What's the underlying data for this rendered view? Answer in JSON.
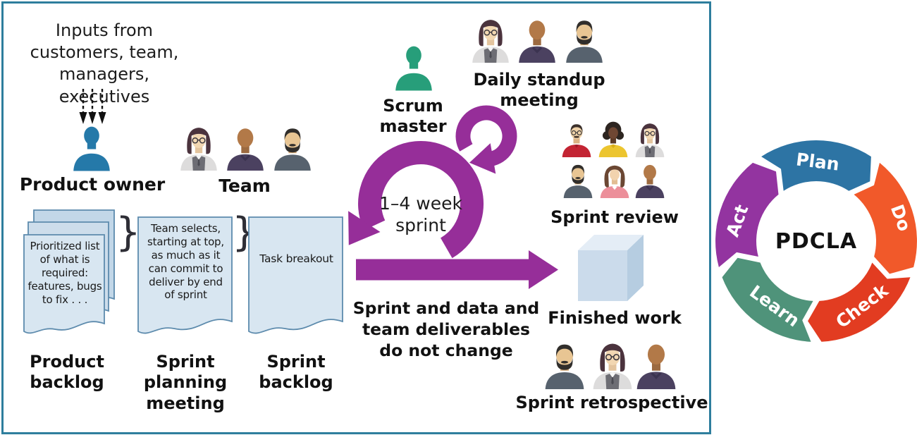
{
  "inputs_note": "Inputs from customers, team, managers, executives",
  "product_owner": {
    "label": "Product owner"
  },
  "team": {
    "label": "Team"
  },
  "docs": {
    "brace_glyph": "}",
    "product_backlog": {
      "label": "Product backlog",
      "text": "Prioritized list of what is required: features, bugs to fix . . ."
    },
    "sprint_planning": {
      "label": "Sprint planning meeting",
      "text": "Team selects, starting at top, as much as it can commit to deliver by end of sprint"
    },
    "sprint_backlog": {
      "label": "Sprint backlog",
      "text": "Task breakout"
    }
  },
  "scrum_master": {
    "label": "Scrum master"
  },
  "daily_standup": {
    "label": "Daily standup meeting"
  },
  "loop": {
    "label": "1–4 week sprint"
  },
  "no_change_note": "Sprint and data and team deliverables do not change",
  "finished_work": {
    "label": "Finished work"
  },
  "sprint_review": {
    "label": "Sprint review"
  },
  "sprint_retrospective": {
    "label": "Sprint retrospective"
  },
  "pdcla": {
    "center_label": "PDCLA",
    "segments": [
      {
        "label": "Plan",
        "color": "#2d74a4"
      },
      {
        "label": "Do",
        "color": "#f1592a"
      },
      {
        "label": "Check",
        "color": "#e23c21"
      },
      {
        "label": "Learn",
        "color": "#4f937a"
      },
      {
        "label": "Act",
        "color": "#9334a0"
      }
    ]
  },
  "icons": {
    "product_owner": "person-silhouette-blue",
    "scrum_master": "person-silhouette-teal",
    "finished_work": "cube",
    "flow": "purple-sprint-loop-arrows",
    "inputs": "dashed-down-arrows"
  },
  "colors": {
    "frame_border": "#2e7e9d",
    "arrow_purple": "#962e99",
    "owner_blue": "#2579a9",
    "scrum_master_teal": "#279e7a",
    "document_fill": "#d8e6f1",
    "document_border": "#5d8bad",
    "cube_front": "#cbdbeb",
    "cube_top": "#e4edf6",
    "cube_side": "#b6cde1"
  }
}
